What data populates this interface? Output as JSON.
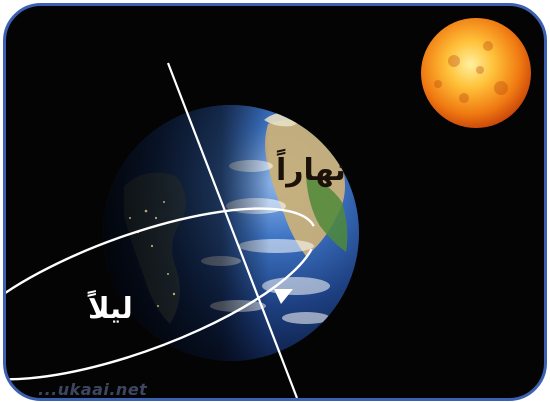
{
  "labels": {
    "day": "نهاراً",
    "night": "ليلاً"
  },
  "watermark": {
    "text": "...ukaai.net"
  },
  "colors": {
    "frame_border": "#3b61b0",
    "space": "#040404",
    "sun": "#f28c1e",
    "earth_ocean": "#2a5aa8",
    "orbit_line": "#ffffff"
  }
}
